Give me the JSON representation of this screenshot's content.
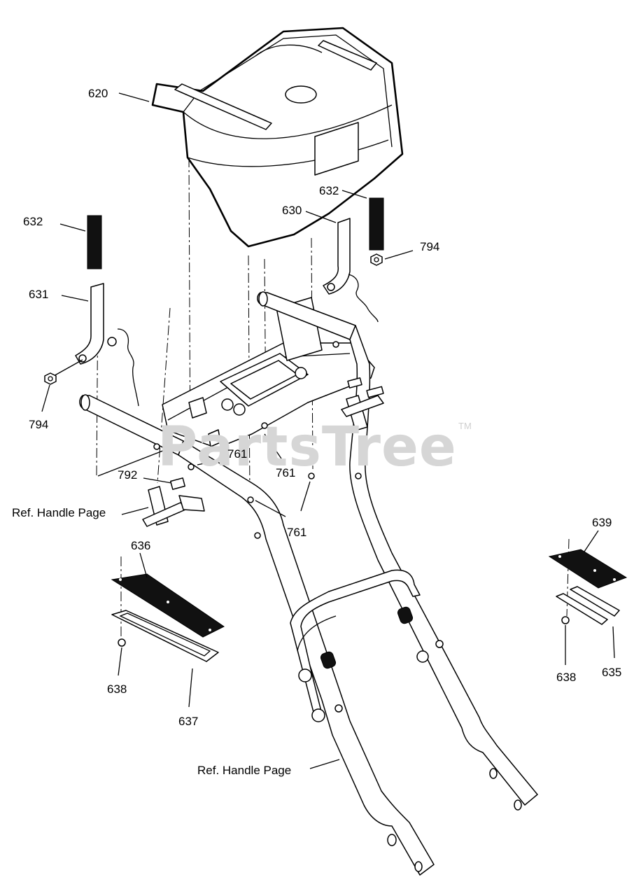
{
  "watermark": {
    "text": "PartsTree",
    "trademark": "TM"
  },
  "labels": {
    "p620": "620",
    "p632a": "632",
    "p632b": "632",
    "p630": "630",
    "p794a": "794",
    "p794b": "794",
    "p631": "631",
    "p761a": "761",
    "p761b": "761",
    "p761c": "761",
    "p792": "792",
    "ref_handle_1": "Ref. Handle Page",
    "ref_handle_2": "Ref. Handle Page",
    "p636": "636",
    "p638a": "638",
    "p638b": "638",
    "p637": "637",
    "p639": "639",
    "p635": "635"
  }
}
